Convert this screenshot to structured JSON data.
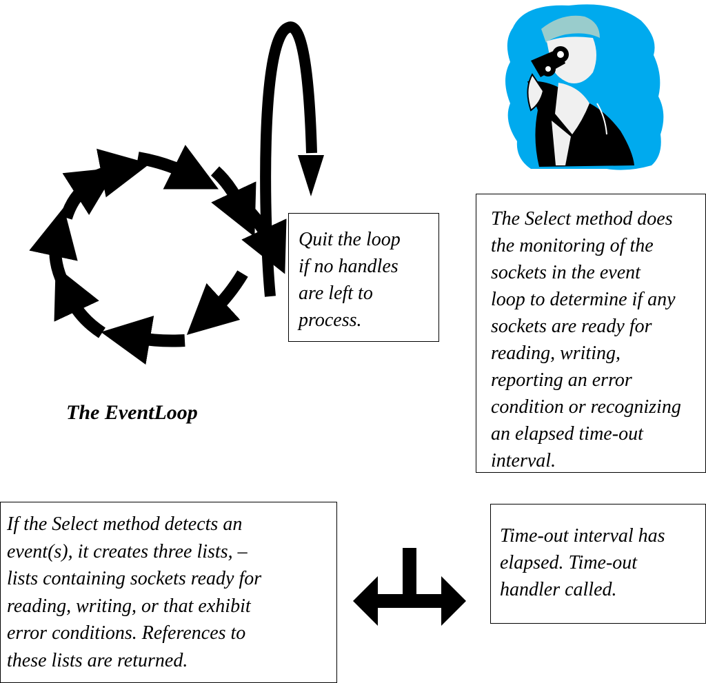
{
  "diagram": {
    "loop_title": "The EventLoop",
    "quit_note": "Quit the loop\nif no handles\nare left to\nprocess.",
    "select_note": "The Select method does\nthe monitoring of the\nsockets in the event\nloop to determine if any\nsockets are ready for\nreading, writing,\nreporting an error\ncondition or recognizing\nan elapsed time-out\ninterval.",
    "detect_note": "If the Select method detects an\nevent(s), it creates three lists, –\nlists containing sockets ready for\nreading, writing, or that exhibit\nerror conditions. References to\nthese lists are returned.",
    "timeout_note": "Time-out interval has\nelapsed. Time-out\nhandler called.",
    "icons": {
      "loop": "circular-arrows-icon",
      "exit": "exit-loop-arrow-icon",
      "branch": "branch-arrow-icon",
      "observer": "person-with-binoculars-icon"
    },
    "colors": {
      "ink": "#000000",
      "background": "#ffffff",
      "observer_backdrop": "#00aaee",
      "observer_hat": "#99cccc",
      "observer_skin": "#f0f0f0"
    }
  }
}
